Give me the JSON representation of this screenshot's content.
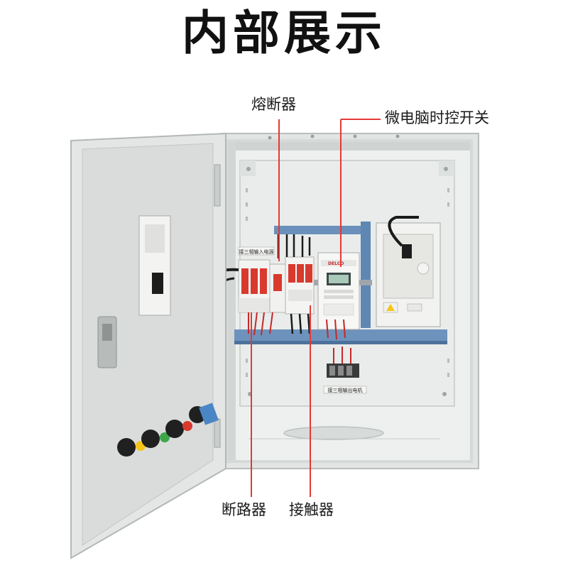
{
  "title": "内部展示",
  "labels": {
    "fuse": "熔断器",
    "timer_switch": "微电脑时控开关",
    "circuit_breaker": "断路器",
    "contactor": "接触器"
  },
  "panel_text": {
    "input_label": "接三相输入电源",
    "output_label": "接三相输出电机",
    "timer_brand": "DELCO"
  },
  "colors": {
    "pointer_line": "#e53935",
    "enclosure": "#dfe3e3",
    "mounting_plate": "#e9eceb",
    "din_bracket": "#5f87b3",
    "breaker_red": "#d83a2e"
  }
}
